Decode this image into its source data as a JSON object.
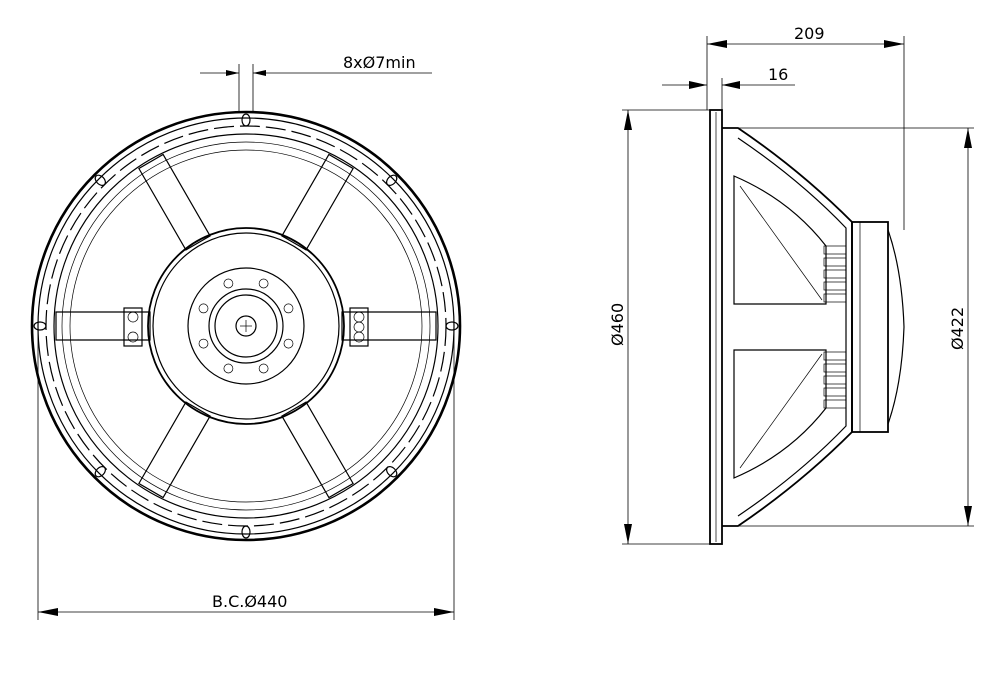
{
  "dimensions": {
    "hole_spec": "8xØ7min",
    "bolt_circle": "B.C.Ø440",
    "overall_depth": "209",
    "flange_thickness": "16",
    "outer_diameter": "Ø460",
    "basket_diameter": "Ø422"
  },
  "colors": {
    "line": "#000000",
    "background": "#ffffff"
  }
}
